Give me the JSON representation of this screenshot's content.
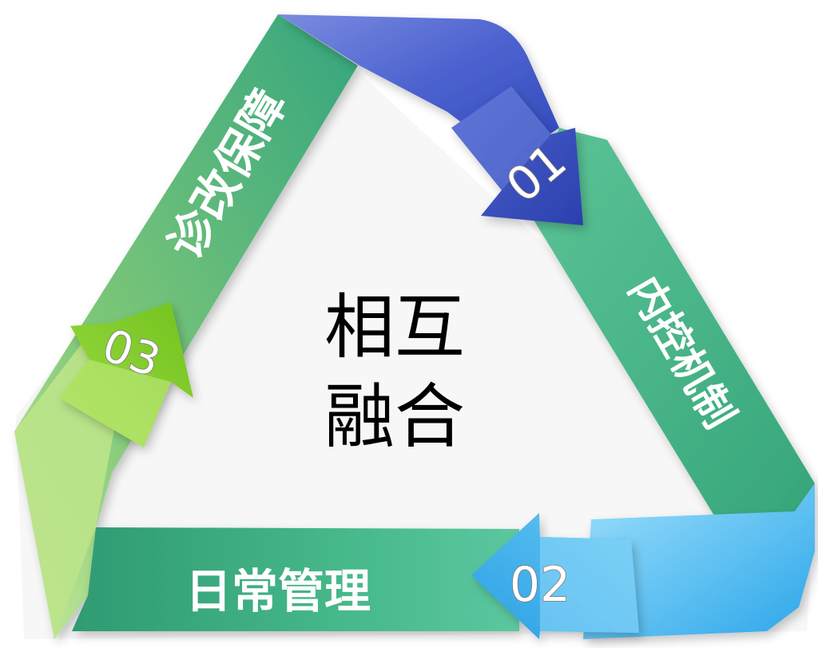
{
  "center": {
    "line1": "相互",
    "line2": "融合"
  },
  "steps": [
    {
      "number": "01",
      "label": "内控机制",
      "color": "#3d56c8"
    },
    {
      "number": "02",
      "label": "日常管理",
      "color": "#3bb3ec"
    },
    {
      "number": "03",
      "label": "诊改保障",
      "color": "#86cf2c"
    }
  ],
  "colors": {
    "band": "#4dba8c",
    "band_dark": "#2f9a72",
    "blue": "#3d56c8",
    "sky": "#3bb3ec",
    "lime": "#86cf2c"
  }
}
